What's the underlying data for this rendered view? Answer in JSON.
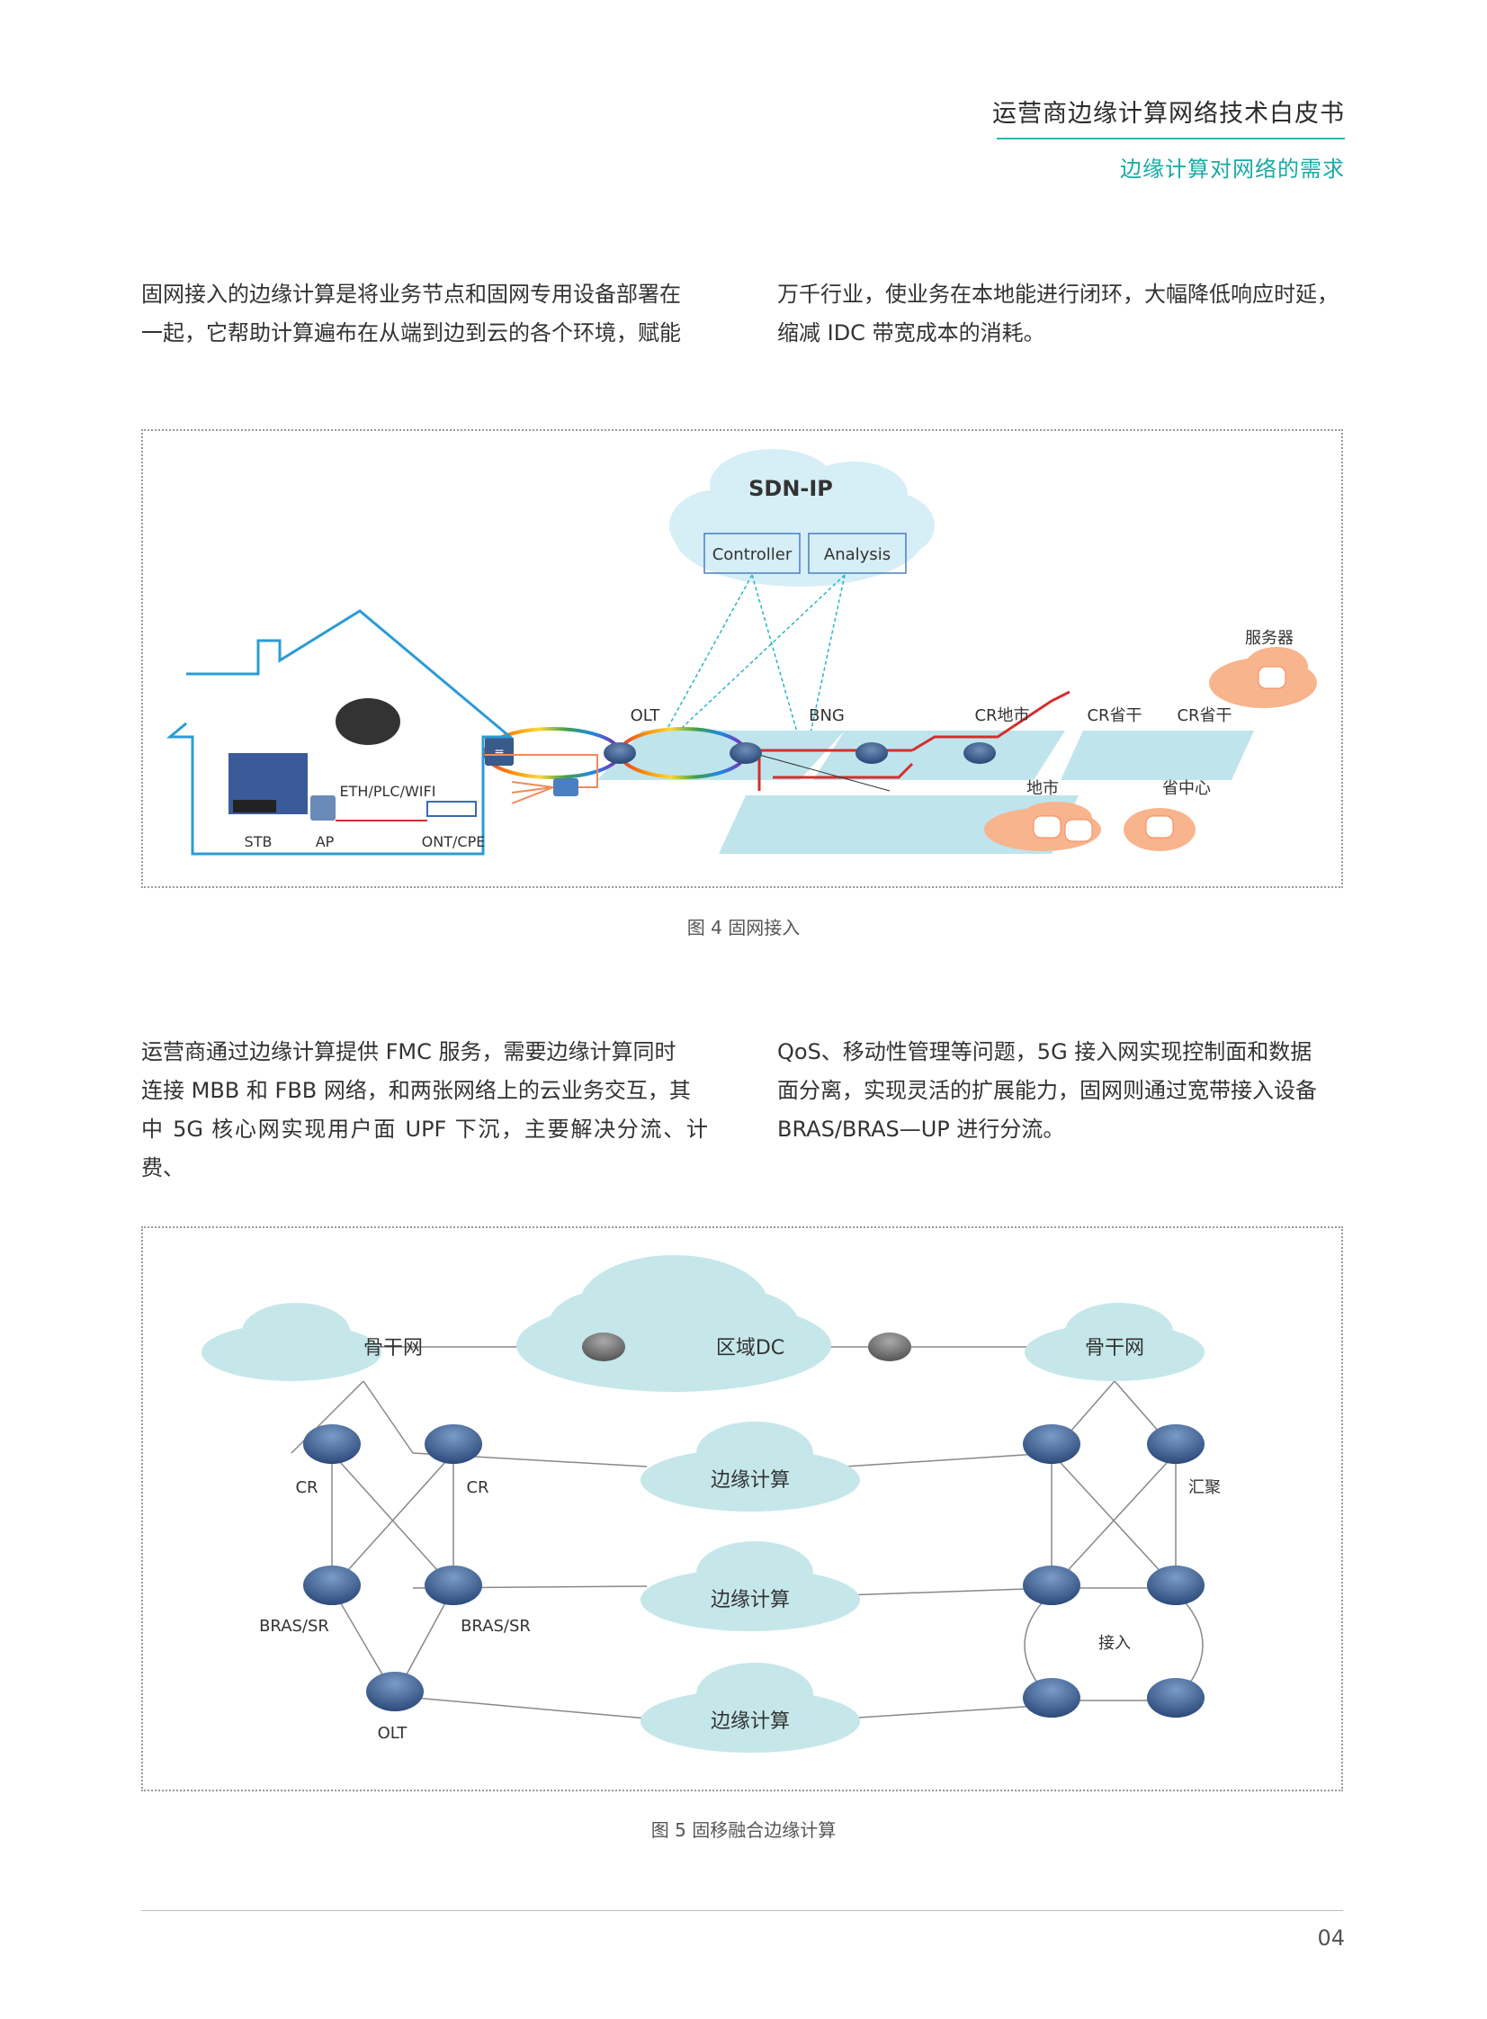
{
  "header": {
    "title": "运营商边缘计算网络技术白皮书",
    "section": "边缘计算对网络的需求"
  },
  "paragraph1": {
    "left_line1": "固网接入的边缘计算是将业务节点和固网专用设备部署在",
    "left_line2": "一起，它帮助计算遍布在从端到边到云的各个环境，赋能",
    "right_line1": "万千行业，使业务在本地能进行闭环，大幅降低响应时延，",
    "right_line2": "缩减 IDC 带宽成本的消耗。"
  },
  "figure4": {
    "caption": "图 4  固网接入",
    "labels": {
      "sdn_ip": "SDN-IP",
      "controller": "Controller",
      "analysis": "Analysis",
      "server": "服务器",
      "olt": "OLT",
      "bng": "BNG",
      "cr_city": "CR地市",
      "cr_prov1": "CR省干",
      "cr_prov2": "CR省干",
      "city": "地市",
      "prov_center": "省中心",
      "eth": "ETH/PLC/WIFI",
      "stb": "STB",
      "ap": "AP",
      "ont": "ONT/CPE"
    }
  },
  "paragraph2": {
    "left_line1": "运营商通过边缘计算提供 FMC 服务，需要边缘计算同时",
    "left_line2": "连接 MBB 和 FBB 网络，和两张网络上的云业务交互，其",
    "left_line3": "中 5G 核心网实现用户面 UPF 下沉，主要解决分流、计费、",
    "right_line1": "QoS、移动性管理等问题，5G 接入网实现控制面和数据",
    "right_line2": "面分离，实现灵活的扩展能力，固网则通过宽带接入设备",
    "right_line3": "BRAS/BRAS—UP 进行分流。"
  },
  "figure5": {
    "caption": "图 5  固移融合边缘计算",
    "labels": {
      "backbone_left": "骨干网",
      "backbone_right": "骨干网",
      "regional_dc": "区域DC",
      "edge1": "边缘计算",
      "edge2": "边缘计算",
      "edge3": "边缘计算",
      "cr1": "CR",
      "cr2": "CR",
      "bras1": "BRAS/SR",
      "bras2": "BRAS/SR",
      "olt": "OLT",
      "aggregation": "汇聚",
      "access": "接入"
    }
  },
  "footer": {
    "page": "04"
  }
}
